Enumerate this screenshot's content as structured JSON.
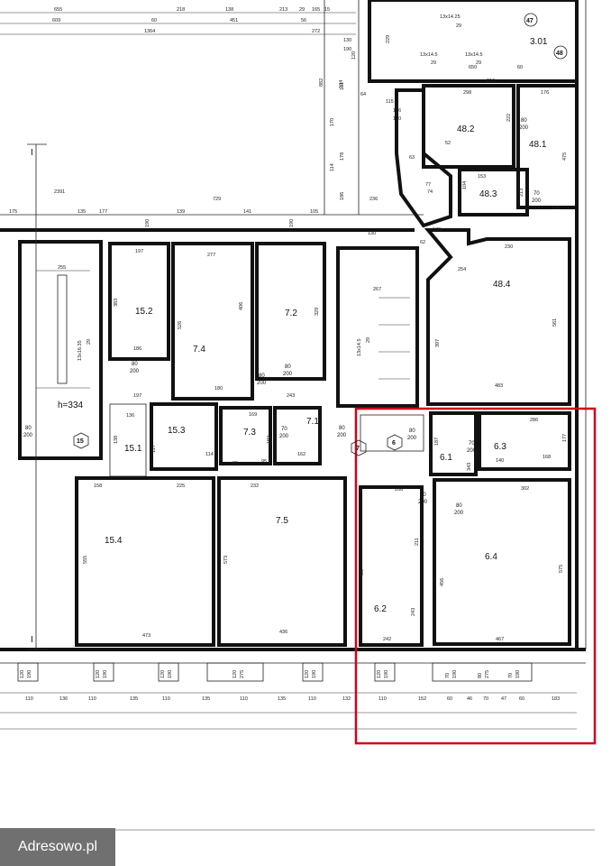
{
  "watermark": "Adresowo.pl",
  "highlight_color": "#d0021b",
  "line_color": "#111111",
  "rooms": [
    {
      "id": "r-48-2",
      "label": "48.2"
    },
    {
      "id": "r-48-1",
      "label": "48.1"
    },
    {
      "id": "r-48-3",
      "label": "48.3"
    },
    {
      "id": "r-48-4",
      "label": "48.4"
    },
    {
      "id": "r-3-01",
      "label": "3.01"
    },
    {
      "id": "r-15-2",
      "label": "15.2"
    },
    {
      "id": "r-7-4",
      "label": "7.4"
    },
    {
      "id": "r-7-2",
      "label": "7.2"
    },
    {
      "id": "r-15-3",
      "label": "15.3"
    },
    {
      "id": "r-7-3",
      "label": "7.3"
    },
    {
      "id": "r-7-1",
      "label": "7.1"
    },
    {
      "id": "r-15-1",
      "label": "15.1"
    },
    {
      "id": "r-15-4",
      "label": "15.4"
    },
    {
      "id": "r-7-5",
      "label": "7.5"
    },
    {
      "id": "r-6-1",
      "label": "6.1"
    },
    {
      "id": "r-6-3",
      "label": "6.3"
    },
    {
      "id": "r-6-4",
      "label": "6.4"
    },
    {
      "id": "r-6-2",
      "label": "6.2"
    },
    {
      "id": "r-h",
      "label": "h=334"
    }
  ],
  "section_marks": [
    "I",
    "I"
  ],
  "badges": [
    "47",
    "48",
    "15",
    "7",
    "6"
  ],
  "stairs": [
    "13x14.25",
    "29",
    "13x14.5",
    "29",
    "13x14.5",
    "29",
    "13x14.5",
    "29",
    "13x16.35",
    "29"
  ],
  "doors": [
    "80",
    "200",
    "70",
    "200",
    "80",
    "200",
    "80",
    "200",
    "80",
    "200",
    "70",
    "200",
    "80",
    "200",
    "80",
    "200",
    "80",
    "200",
    "70",
    "200",
    "80",
    "200",
    "80",
    "200"
  ],
  "dimensions": {
    "top_row": [
      "655",
      "609",
      "60",
      "218",
      "138",
      "213",
      "29",
      "165",
      "15",
      "1364",
      "451",
      "56",
      "272"
    ],
    "upper": [
      "229",
      "650",
      "60",
      "210",
      "298",
      "176",
      "222",
      "475",
      "153",
      "104",
      "213",
      "136",
      "230",
      "561",
      "397",
      "483",
      "115",
      "106",
      "190",
      "114",
      "186",
      "178",
      "170",
      "882",
      "131",
      "130",
      "190",
      "134",
      "64",
      "120",
      "77",
      "2391",
      "236",
      "729",
      "130",
      "135",
      "190",
      "139",
      "141",
      "105",
      "190",
      "175",
      "177",
      "197",
      "277",
      "267",
      "254",
      "170",
      "62",
      "74",
      "63",
      "52"
    ],
    "middle": [
      "255",
      "383",
      "526",
      "406",
      "329",
      "186",
      "197",
      "180",
      "243",
      "169",
      "192",
      "162",
      "138",
      "136",
      "114",
      "117",
      "95",
      "83",
      "225",
      "158",
      "232",
      "473",
      "436",
      "555",
      "573",
      "400",
      "456",
      "575",
      "211",
      "243",
      "206",
      "302",
      "343",
      "140",
      "168",
      "177",
      "286",
      "187",
      "467",
      "242"
    ],
    "bottom_row": [
      "110",
      "136",
      "110",
      "135",
      "110",
      "135",
      "110",
      "135",
      "110",
      "132",
      "110",
      "152",
      "60",
      "46",
      "70",
      "47",
      "60",
      "183"
    ],
    "windows": [
      "120",
      "190",
      "120",
      "190",
      "120",
      "275",
      "120",
      "190",
      "120",
      "190",
      "70",
      "190",
      "80",
      "275",
      "70",
      "190",
      "120",
      "190"
    ]
  }
}
